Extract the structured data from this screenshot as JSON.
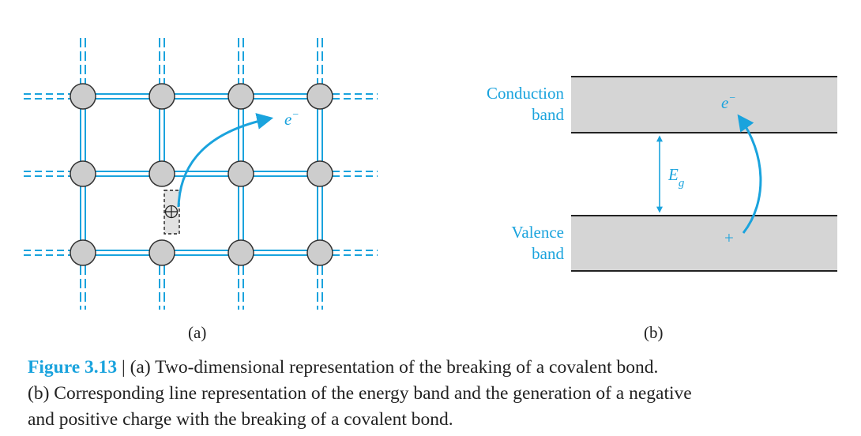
{
  "panel_a": {
    "label": "(a)",
    "electron_label": "e",
    "electron_sup": "−"
  },
  "panel_b": {
    "label": "(b)",
    "conduction_line1": "Conduction",
    "conduction_line2": "band",
    "valence_line1": "Valence",
    "valence_line2": "band",
    "gap_symbol": "E",
    "gap_subscript": "g",
    "electron_label": "e",
    "electron_sup": "−",
    "hole_label": "+"
  },
  "caption": {
    "figure_number": "Figure 3.13",
    "separator": " | ",
    "line1": "(a) Two-dimensional representation of the breaking of a covalent bond.",
    "line2": "(b) Corresponding line representation of the energy band and the generation of a negative",
    "line3": "and positive charge with the breaking of a covalent bond."
  },
  "colors": {
    "accent": "#1aa3dd",
    "band_fill": "#d5d5d5",
    "atom_fill": "#cdcdcd"
  }
}
